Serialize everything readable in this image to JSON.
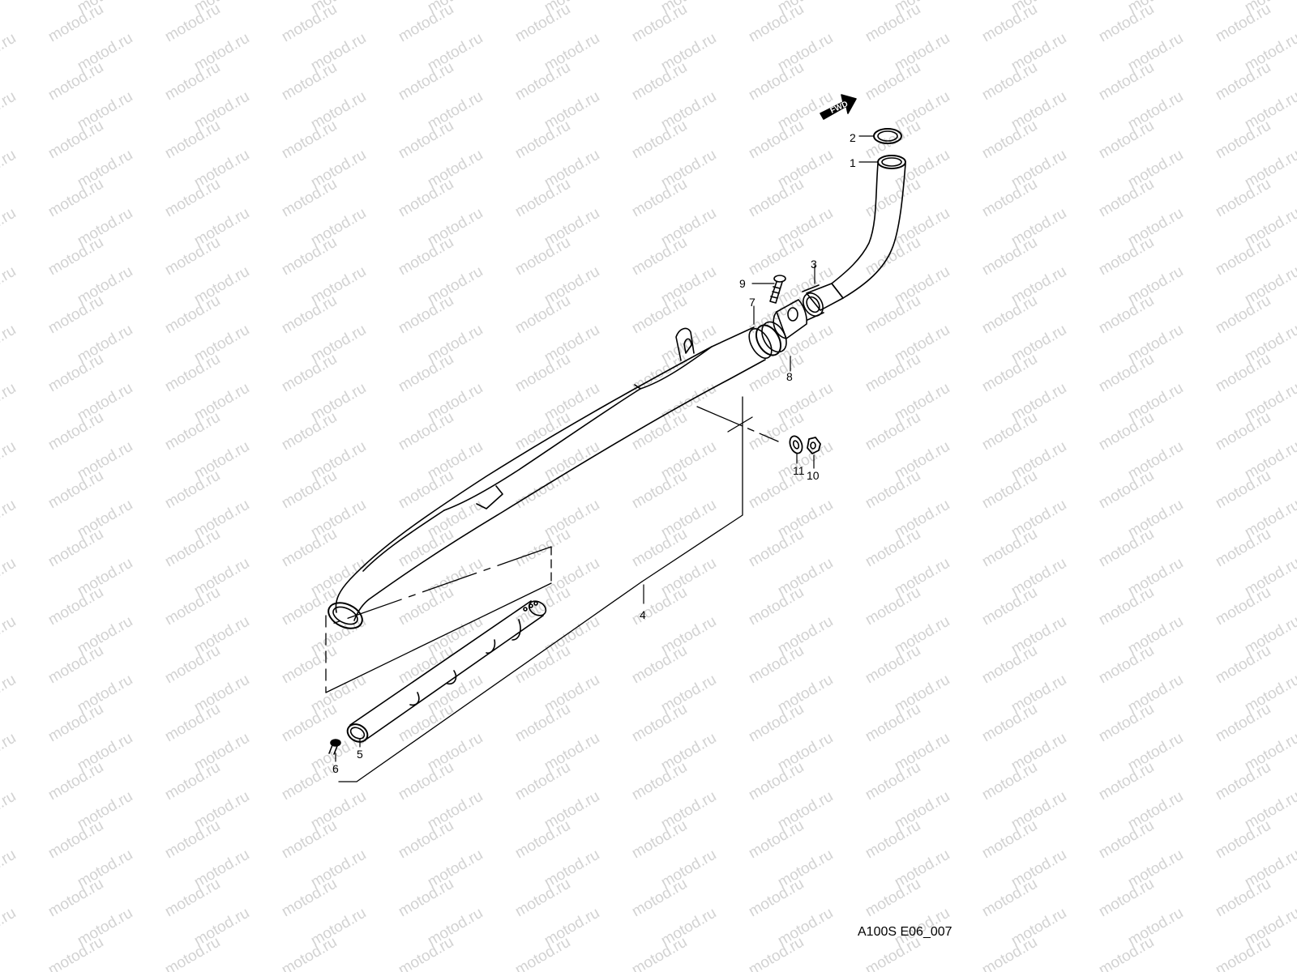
{
  "diagram": {
    "watermark_text": "motod.ru",
    "fwd_label": "FWD",
    "drawing_code": "A100S E06_007",
    "callouts": {
      "c1": "1",
      "c2": "2",
      "c3": "3",
      "c4": "4",
      "c5": "5",
      "c6": "6",
      "c7": "7",
      "c8": "8",
      "c9": "9",
      "c10": "10",
      "c11": "11"
    }
  },
  "colors": {
    "line": "#000000",
    "watermark": "#d2d2d2",
    "background": "#ffffff"
  }
}
